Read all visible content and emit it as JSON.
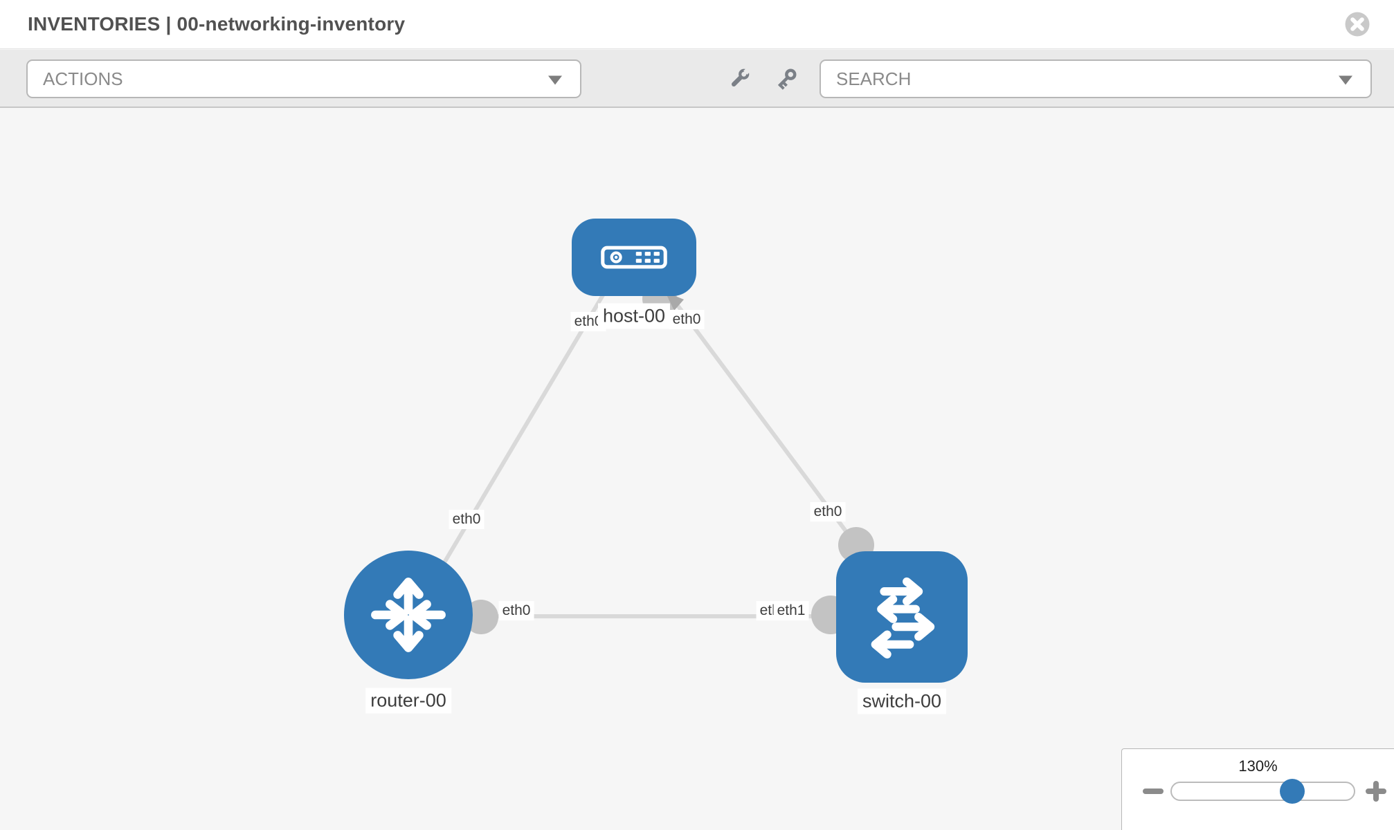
{
  "header": {
    "title": "INVENTORIES | 00-networking-inventory"
  },
  "toolbar": {
    "actions_label": "ACTIONS",
    "search_label": "SEARCH"
  },
  "icons": {
    "close": "circle-x-icon",
    "tools": [
      "wrench-icon",
      "key-icon"
    ],
    "dropdown": "chevron-down-icon",
    "zoom_out": "minus-icon",
    "zoom_in": "plus-icon"
  },
  "topology": {
    "nodes": [
      {
        "id": "host-00",
        "type": "host",
        "label": "host-00"
      },
      {
        "id": "router-00",
        "type": "router",
        "label": "router-00"
      },
      {
        "id": "switch-00",
        "type": "switch",
        "label": "switch-00"
      }
    ],
    "links": [
      {
        "source": "host-00",
        "target": "router-00",
        "source_interface": "eth0",
        "target_interface": "eth0"
      },
      {
        "source": "host-00",
        "target": "switch-00",
        "source_interface": "eth0",
        "target_interface": "eth0"
      },
      {
        "source": "router-00",
        "target": "switch-00",
        "source_interface": "eth0",
        "target_interface": "eth1"
      }
    ],
    "overlap_under_label": "eth0"
  },
  "zoom_control": {
    "level": "130%"
  },
  "colors": {
    "node_blue": "#337ab7",
    "link_gray": "#d9d9d9",
    "port_gray": "#c3c3c3",
    "canvas_bg": "#f6f6f6",
    "toolbar_bg": "#eaeaea"
  }
}
